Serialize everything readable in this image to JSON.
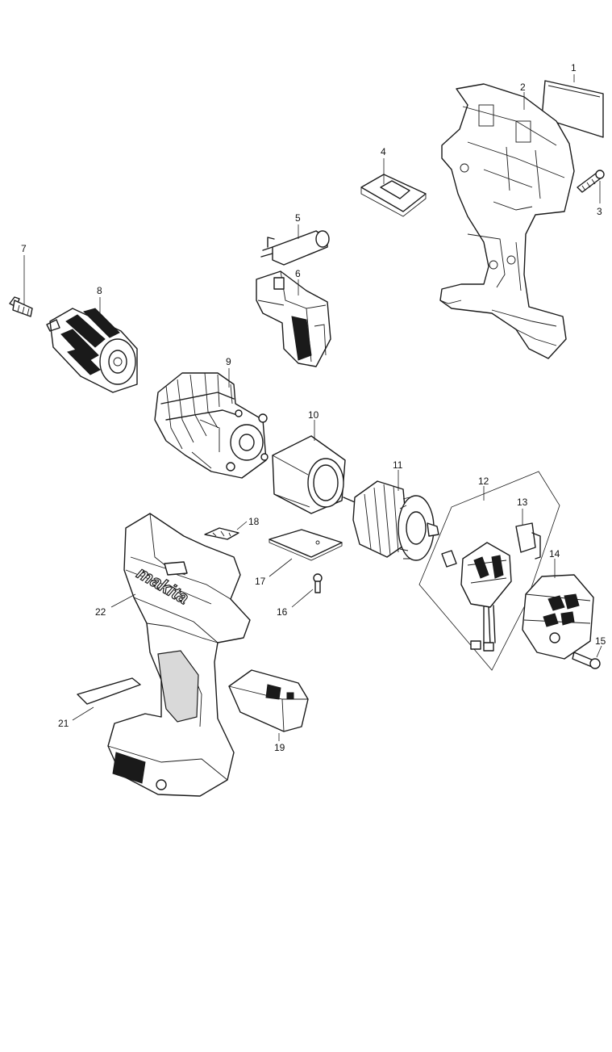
{
  "diagram": {
    "parts": [
      {
        "id": "p1",
        "number": "1"
      },
      {
        "id": "p2",
        "number": "2"
      },
      {
        "id": "p3",
        "number": "3"
      },
      {
        "id": "p4",
        "number": "4"
      },
      {
        "id": "p5",
        "number": "5"
      },
      {
        "id": "p6",
        "number": "6"
      },
      {
        "id": "p7",
        "number": "7"
      },
      {
        "id": "p8",
        "number": "8"
      },
      {
        "id": "p9",
        "number": "9"
      },
      {
        "id": "p10",
        "number": "10"
      },
      {
        "id": "p11",
        "number": "11"
      },
      {
        "id": "p12",
        "number": "12"
      },
      {
        "id": "p13",
        "number": "13"
      },
      {
        "id": "p14",
        "number": "14"
      },
      {
        "id": "p15",
        "number": "15"
      },
      {
        "id": "p16",
        "number": "16"
      },
      {
        "id": "p17",
        "number": "17"
      },
      {
        "id": "p18",
        "number": "18"
      },
      {
        "id": "p19",
        "number": "19"
      },
      {
        "id": "p21",
        "number": "21"
      },
      {
        "id": "p22",
        "number": "22"
      }
    ],
    "logo_text": "makita"
  }
}
